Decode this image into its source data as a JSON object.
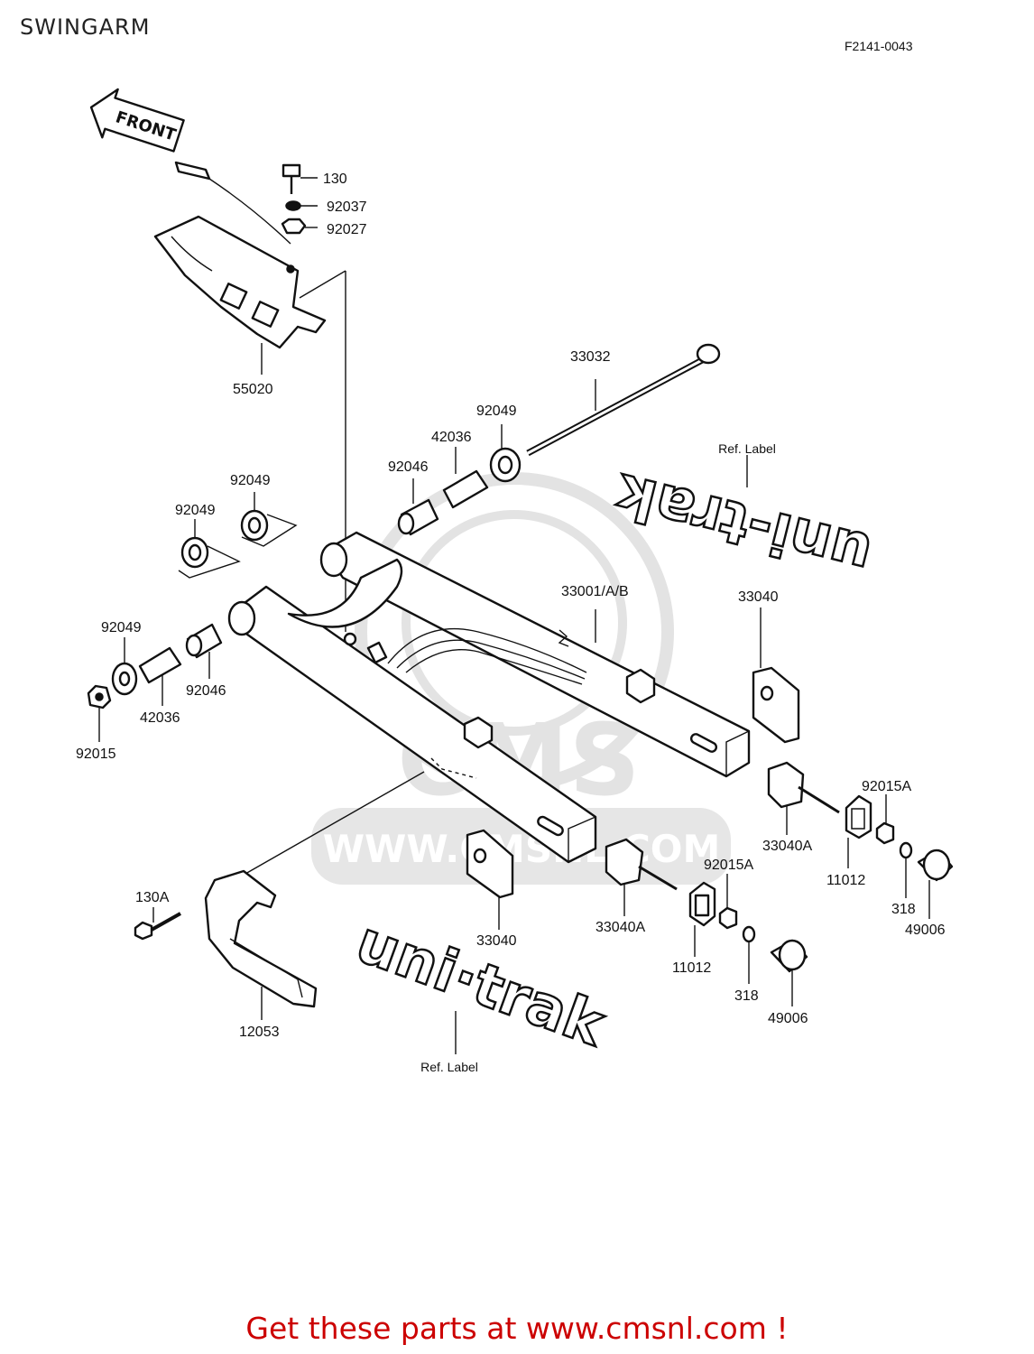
{
  "header": {
    "title": "SWINGARM",
    "figure_code": "F2141-0043"
  },
  "diagram": {
    "front_arrow": "FRONT",
    "watermark": {
      "brand": "CMS",
      "url": "WWW.CMSNL.COM"
    },
    "decals": {
      "top_label": "uni-trak",
      "bottom_label": "uni·trak",
      "ref_label_top": "Ref. Label",
      "ref_label_bottom": "Ref. Label"
    },
    "parts": [
      {
        "id": "130"
      },
      {
        "id": "92037"
      },
      {
        "id": "92027"
      },
      {
        "id": "55020"
      },
      {
        "id": "33032"
      },
      {
        "id": "92049"
      },
      {
        "id": "42036"
      },
      {
        "id": "92046"
      },
      {
        "id": "92049"
      },
      {
        "id": "92049"
      },
      {
        "id": "33001/A/B"
      },
      {
        "id": "33040"
      },
      {
        "id": "92049"
      },
      {
        "id": "92046"
      },
      {
        "id": "42036"
      },
      {
        "id": "92015"
      },
      {
        "id": "92015A"
      },
      {
        "id": "33040A"
      },
      {
        "id": "11012"
      },
      {
        "id": "318"
      },
      {
        "id": "49006"
      },
      {
        "id": "92015A"
      },
      {
        "id": "33040"
      },
      {
        "id": "33040A"
      },
      {
        "id": "11012"
      },
      {
        "id": "318"
      },
      {
        "id": "49006"
      },
      {
        "id": "130A"
      },
      {
        "id": "12053"
      }
    ]
  },
  "footer": {
    "cta": "Get these parts at www.cmsnl.com !"
  }
}
